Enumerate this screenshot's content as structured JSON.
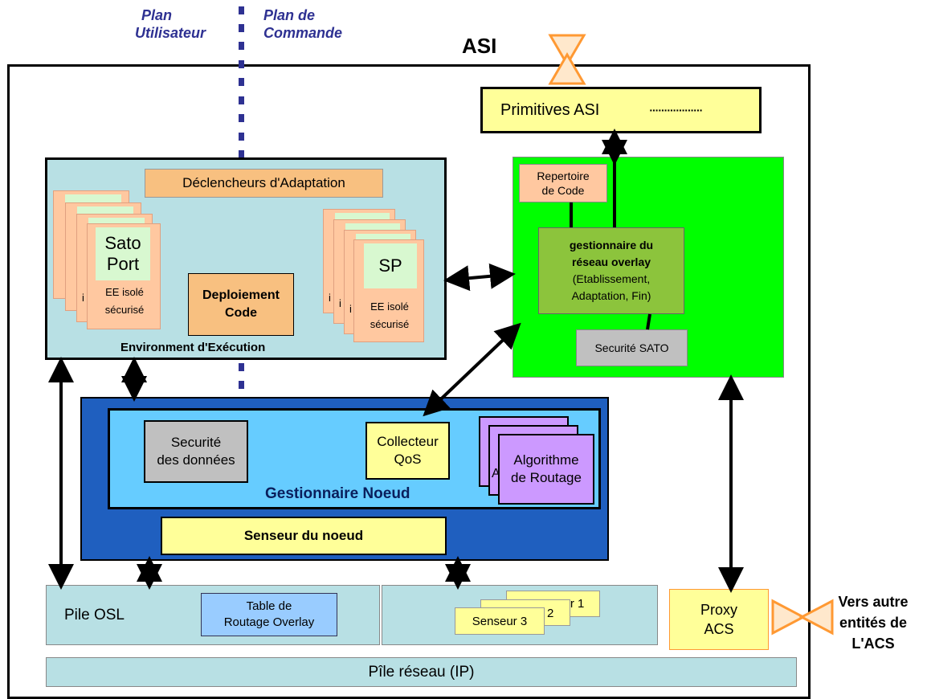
{
  "header": {
    "plan_user_line1": "Plan",
    "plan_user_line2": "Utilisateur",
    "plan_cmd_line1": "Plan de",
    "plan_cmd_line2": "Commande",
    "asi_title": "ASI"
  },
  "primitives": {
    "label": "Primitives ASI",
    "dots": "··················"
  },
  "exec_env": {
    "title": "Environment d'Exécution",
    "triggers": "Déclencheurs d'Adaptation",
    "deploy_line1": "Deploiement",
    "deploy_line2": "Code",
    "left_stack": {
      "inner_line1": "Sato",
      "inner_line2": "Port",
      "ee_line1": "EE isolé",
      "ee_line2": "sécurisé",
      "peek": "i"
    },
    "right_stack": {
      "inner": "SP",
      "ee_line1": "EE isolé",
      "ee_line2": "sécurisé",
      "peek": "i"
    }
  },
  "overlay_mgr": {
    "repertoire_line1": "Repertoire",
    "repertoire_line2": "de Code",
    "gest_line1": "gestionnaire du",
    "gest_line2": "réseau overlay",
    "gest_line3": "(Etablissement,",
    "gest_line4": "Adaptation, Fin)",
    "securite": "Securité SATO"
  },
  "node_mgr": {
    "title": "Gestionnaire Noeud",
    "security_line1": "Securité",
    "security_line2": "des données",
    "collector_line1": "Collecteur",
    "collector_line2": "QoS",
    "algo_line1": "Algorithme",
    "algo_line2": "de Routage",
    "algo_peek": "A",
    "sensor": "Senseur du noeud"
  },
  "bottom": {
    "pile_osl": "Pile OSL",
    "table_line1": "Table de",
    "table_line2": "Routage Overlay",
    "sensor1": "Senseur 1",
    "sensor2": "Senseur 2",
    "sensor3": "Senseur 3",
    "proxy_line1": "Proxy",
    "proxy_line2": "ACS",
    "pile_ip": "Pîle réseau (IP)",
    "vers_line1": "Vers autre",
    "vers_line2": "entités de",
    "vers_line3": "L'ACS"
  },
  "colors": {
    "navy_dots": "#2e3192",
    "light_teal": "#b8e0e4",
    "bright_green": "#00ff00",
    "olive_green": "#8cc43c",
    "yellow": "#ffff99",
    "orange_box": "#f8c080",
    "peach": "#ffc8a0",
    "mint": "#d8f8d0",
    "grey": "#c0c0c0",
    "light_blue": "#66ccff",
    "dark_blue": "#1f5fbf",
    "purple": "#cc99ff",
    "table_blue": "#99ccff",
    "orange_connector": "#ff9933"
  }
}
